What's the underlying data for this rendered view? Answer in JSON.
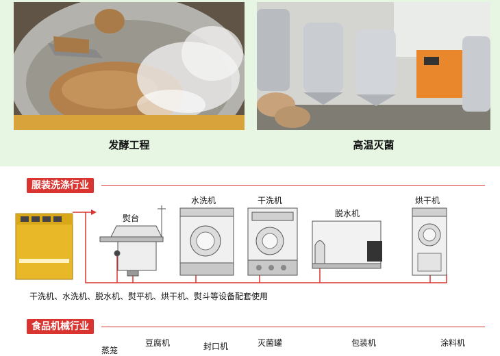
{
  "photos": [
    {
      "caption": "发酵工程"
    },
    {
      "caption": "高温灭菌"
    }
  ],
  "laundry_section": {
    "title": "服装洗涤行业",
    "machines": [
      {
        "label": "熨台"
      },
      {
        "label": "水洗机"
      },
      {
        "label": "干洗机"
      },
      {
        "label": "脱水机"
      },
      {
        "label": "烘干机"
      }
    ],
    "usage_note": "干洗机、水洗机、脱水机、熨平机、烘干机、熨斗等设备配套使用"
  },
  "food_section": {
    "title": "食品机械行业",
    "machines": [
      {
        "label": "蒸笼"
      },
      {
        "label": "豆腐机"
      },
      {
        "label": "封口机"
      },
      {
        "label": "灭菌罐"
      },
      {
        "label": "包装机"
      },
      {
        "label": "涂料机"
      }
    ]
  },
  "colors": {
    "accent": "#d9342f",
    "band": "#e6f6e3",
    "boiler": "#e8b829"
  }
}
